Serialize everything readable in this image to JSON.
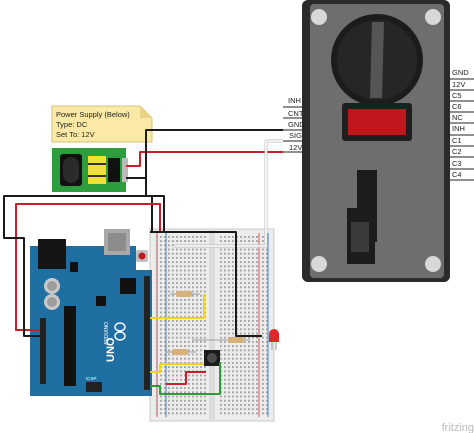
{
  "note": {
    "line1": "Power Supply (Below)",
    "line2": "Type: DC",
    "line3": "Set To: 12V"
  },
  "coin_acceptor": {
    "left_pins": [
      "INH",
      "CNT",
      "GND",
      "SIG",
      "12V"
    ],
    "right_pins": [
      "GND",
      "12V",
      "C5",
      "C6",
      "NC",
      "INH",
      "C1",
      "C2",
      "C3",
      "C4"
    ]
  },
  "arduino": {
    "brand": "UNO",
    "logo_text": "ARDUINO",
    "icsp_label": "ICSP"
  },
  "watermark": "fritzing",
  "colors": {
    "wire_red": "#c8202a",
    "wire_black": "#1a1a1a",
    "wire_yellow": "#f2d31b",
    "wire_green": "#2f9a3a",
    "wire_white": "#e8e8e8",
    "arduino_blue": "#1f6fa3",
    "note_yellow": "#fbe9a6",
    "psu_green": "#2e9d3e",
    "acceptor_body": "#6f6f6f",
    "button_red": "#c0171d",
    "led_red": "#e2262a"
  }
}
